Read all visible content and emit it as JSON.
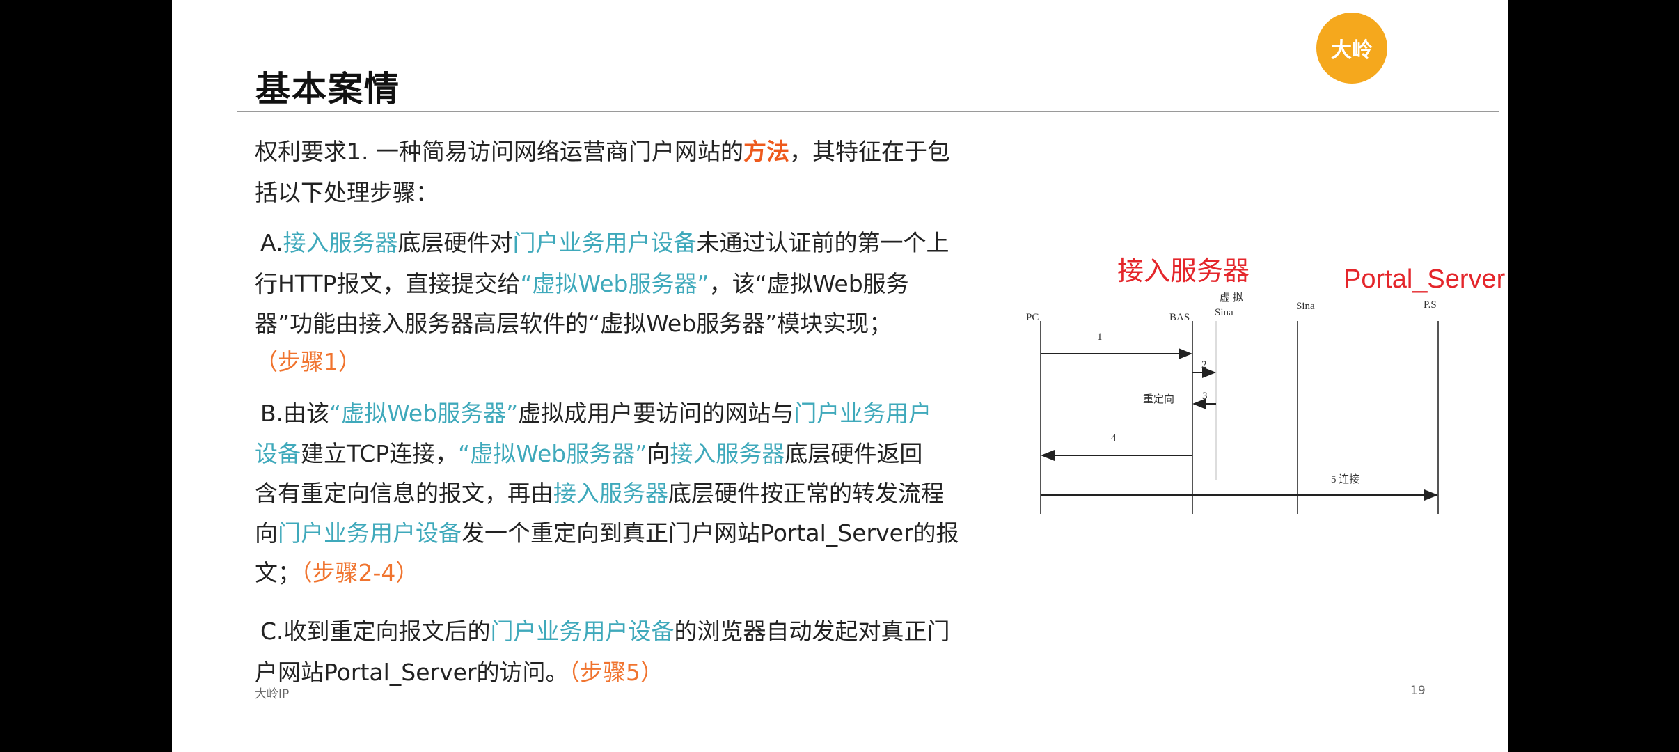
{
  "slide": {
    "title": "基本案情",
    "logo_text": "大岭",
    "footer": "大岭IP",
    "page_number": "19",
    "paragraphs": [
      [
        [
          {
            "t": "权利要求1. 一种简易访问网络运营商门户网站的",
            "s": "n"
          },
          {
            "t": "方法",
            "s": "ob"
          },
          {
            "t": "，其特征在于包",
            "s": "n"
          }
        ],
        [
          {
            "t": "括以下处理步骤：",
            "s": "n"
          }
        ]
      ],
      [
        [
          {
            "t": "A.",
            "s": "n"
          },
          {
            "t": "接入服务器",
            "s": "b"
          },
          {
            "t": "底层硬件对",
            "s": "n"
          },
          {
            "t": "门户业务用户设备",
            "s": "b"
          },
          {
            "t": "未通过认证前的第一个上",
            "s": "n"
          }
        ],
        [
          {
            "t": "行HTTP报文，直接提交给",
            "s": "n"
          },
          {
            "t": "“虚拟Web服务器”",
            "s": "b"
          },
          {
            "t": "，该“虚拟Web服务",
            "s": "n"
          }
        ],
        [
          {
            "t": "器”功能由接入服务器高层软件的“虚拟Web服务器”模块实现；",
            "s": "n"
          }
        ],
        [
          {
            "t": "（步骤1）",
            "s": "o"
          }
        ]
      ],
      [
        [
          {
            "t": "B.由该",
            "s": "n"
          },
          {
            "t": "“虚拟Web服务器”",
            "s": "b"
          },
          {
            "t": "虚拟成用户要访问的网站与",
            "s": "n"
          },
          {
            "t": "门户业务用户",
            "s": "b"
          }
        ],
        [
          {
            "t": "设备",
            "s": "b"
          },
          {
            "t": "建立TCP连接，",
            "s": "n"
          },
          {
            "t": "“虚拟Web服务器”",
            "s": "b"
          },
          {
            "t": "向",
            "s": "n"
          },
          {
            "t": "接入服务器",
            "s": "b"
          },
          {
            "t": "底层硬件返回",
            "s": "n"
          }
        ],
        [
          {
            "t": "含有重定向信息的报文，再由",
            "s": "n"
          },
          {
            "t": "接入服务器",
            "s": "b"
          },
          {
            "t": "底层硬件按正常的转发流程",
            "s": "n"
          }
        ],
        [
          {
            "t": "向",
            "s": "n"
          },
          {
            "t": "门户业务用户设备",
            "s": "b"
          },
          {
            "t": "发一个重定向到真正门户网站Portal_Server的报",
            "s": "n"
          }
        ],
        [
          {
            "t": "文；",
            "s": "n"
          },
          {
            "t": "（步骤2-4）",
            "s": "o"
          }
        ]
      ],
      [
        [
          {
            "t": "C.收到重定向报文后的",
            "s": "n"
          },
          {
            "t": "门户业务用户设备",
            "s": "b"
          },
          {
            "t": "的浏览器自动发起对真正门",
            "s": "n"
          }
        ],
        [
          {
            "t": "户网站Portal_Server的访问。",
            "s": "n"
          },
          {
            "t": "（步骤5）",
            "s": "o"
          }
        ]
      ]
    ]
  },
  "diagram": {
    "label_access_server": "接入服务器",
    "label_portal_server": "Portal_Server",
    "lifelines": {
      "pc": "PC",
      "bas": "BAS",
      "virtual_top": "虚 拟",
      "virtual_bottom": "Sina",
      "sina": "Sina",
      "ps": "P.S"
    },
    "messages": {
      "m1": "1",
      "m2": "2",
      "m3": "3",
      "m3_note": "重定向",
      "m4": "4",
      "m5": "5 连接"
    }
  }
}
